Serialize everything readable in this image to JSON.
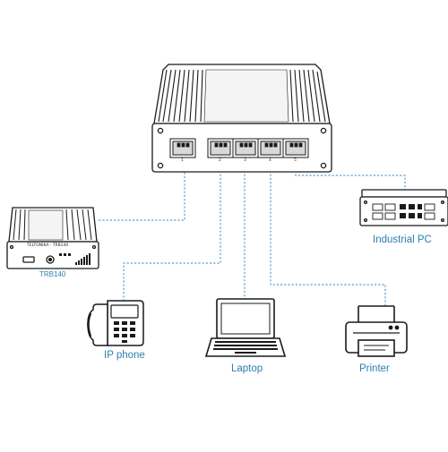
{
  "diagram": {
    "devices": {
      "switch": {
        "port_labels": [
          "1",
          "2",
          "3",
          "4",
          "5"
        ]
      },
      "trb140": {
        "label": "TRB140",
        "front_text": "TELTONIKA · TRB140"
      },
      "industrial_pc": {
        "label": "Industrial PC"
      },
      "ip_phone": {
        "label": "IP phone"
      },
      "laptop": {
        "label": "Laptop"
      },
      "printer": {
        "label": "Printer"
      }
    },
    "colors": {
      "link": "#5d9fc4",
      "label": "#2b7fb0",
      "outline": "#1a1a1a",
      "panel": "#ececec"
    },
    "icons": [
      "switch-icon",
      "gateway-icon",
      "industrial-pc-icon",
      "ip-phone-icon",
      "laptop-icon",
      "printer-icon"
    ]
  }
}
